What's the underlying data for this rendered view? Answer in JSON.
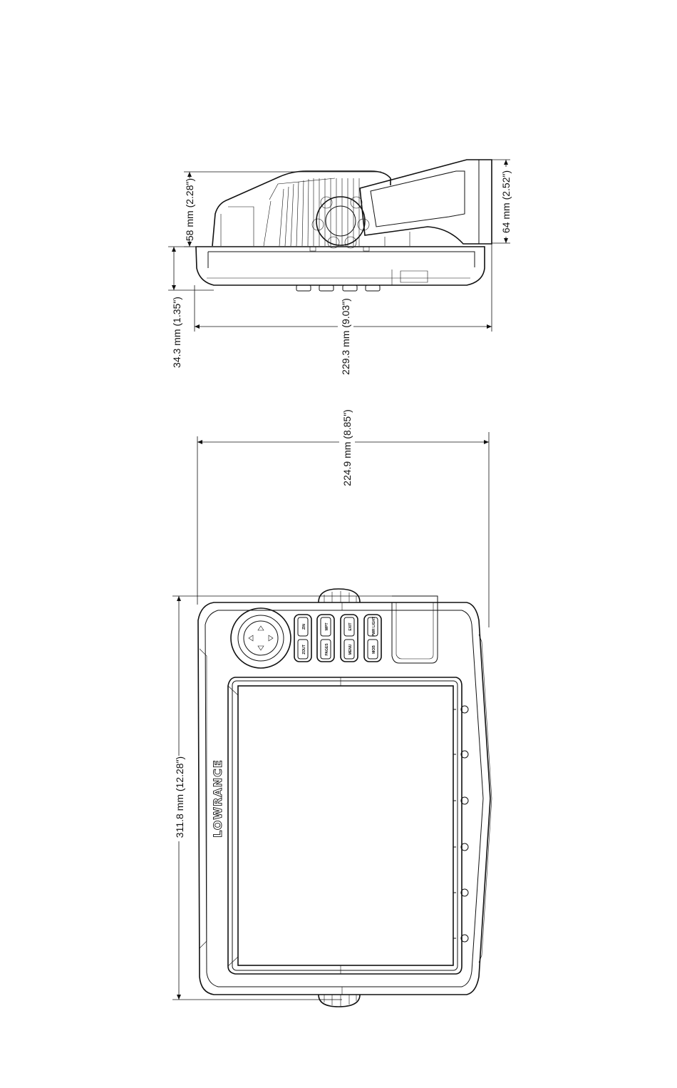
{
  "dimensions": {
    "side_height_rear": "58 mm (2.28\")",
    "side_height_with_bracket": "64 mm (2.52\")",
    "side_depth": "34.3 mm (1.35\")",
    "side_width": "229.3 mm (9.03\")",
    "front_width": "224.9 mm (8.85\")",
    "front_height": "311.8 mm (12.28\")"
  },
  "device": {
    "brand": "LOWRANCE",
    "keys": [
      {
        "top": "ZIN",
        "bottom": "ZOUT"
      },
      {
        "top": "WPT",
        "bottom": "PAGES"
      },
      {
        "top": "EXIT",
        "bottom": "MENU"
      },
      {
        "top": "PWR LIGHT",
        "bottom": "MOB"
      }
    ]
  }
}
